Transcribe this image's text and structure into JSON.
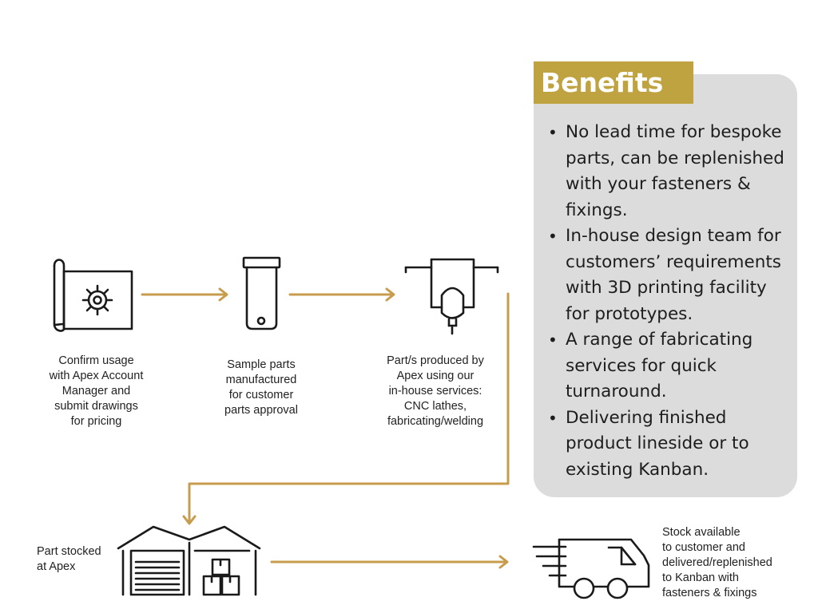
{
  "benefits": {
    "title": "Benefits",
    "items": [
      "No lead time for bespoke parts, can be replenished with your fasteners & fixings.",
      "In-house design team for customers’ requirements with 3D printing facility for prototypes.",
      "A range of fabricating services for quick turnaround.",
      "Delivering finished product lineside or to existing Kanban."
    ]
  },
  "steps": [
    {
      "icon": "blueprint-gear-icon",
      "caption": "Confirm usage\nwith Apex Account\nManager and\nsubmit drawings\nfor pricing"
    },
    {
      "icon": "sample-part-icon",
      "caption": "Sample parts\nmanufactured\nfor customer\nparts approval"
    },
    {
      "icon": "cnc-machine-icon",
      "caption": "Part/s produced by\nApex using our\nin-house services:\nCNC lathes,\nfabricating/welding"
    },
    {
      "icon": "warehouse-icon",
      "caption": "Part stocked\nat Apex"
    },
    {
      "icon": "delivery-van-icon",
      "caption": "Stock available\nto customer and\ndelivered/replenished\nto Kanban with\nfasteners & fixings"
    }
  ],
  "colors": {
    "arrow": "#c79c4c",
    "icon": "#1a1a1a",
    "panel": "#dcdcdd",
    "title_bg": "#c0a341"
  }
}
